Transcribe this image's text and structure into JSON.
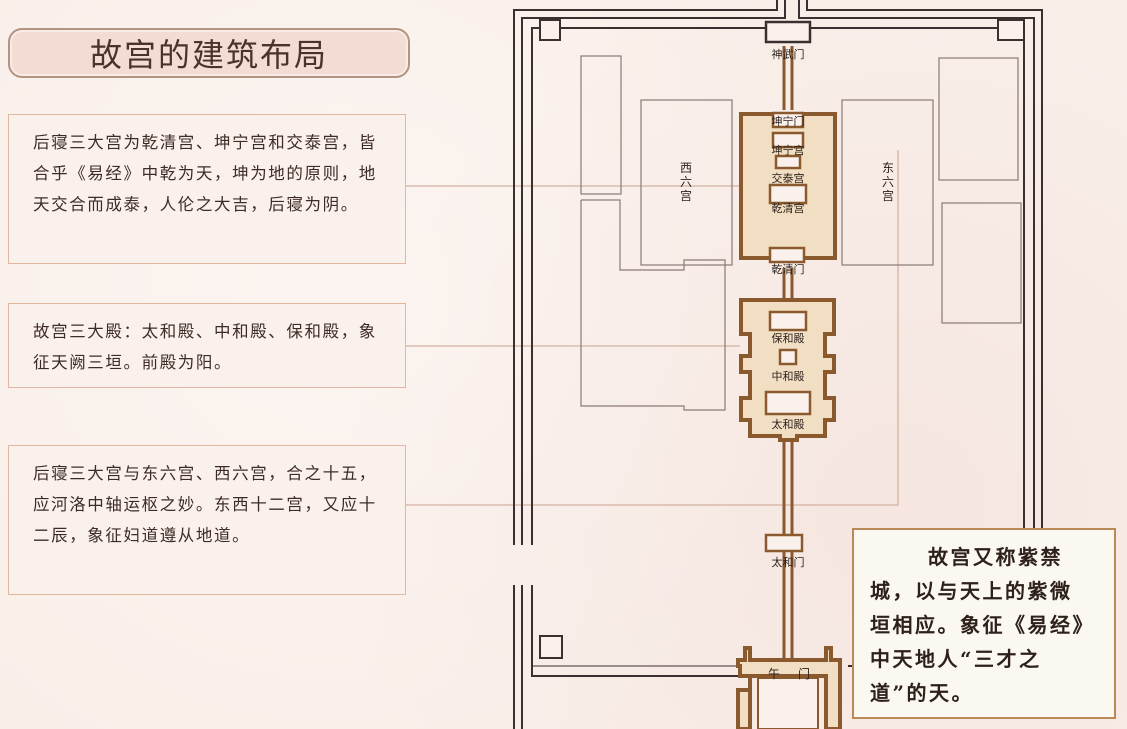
{
  "title": "故宫的建筑布局",
  "notes": [
    "后寝三大宫为乾清宫、坤宁宫和交泰宫，皆合乎《易经》中乾为天，坤为地的原则，地天交合而成泰，人伦之大吉，后寝为阴。",
    "故宫三大殿：太和殿、中和殿、保和殿，象征天阙三垣。前殿为阳。",
    "后寝三大宫与东六宫、西六宫，合之十五，应河洛中轴运枢之妙。东西十二宫，又应十二辰，象征妇道遵从地道。"
  ],
  "callout": {
    "lines": [
      "故宫又称紫禁",
      "城，以与天上的紫微",
      "垣相应。象征《易经》",
      "中天地人“三才之",
      "道”的天。"
    ]
  },
  "map": {
    "gate_north": "神武门",
    "kunning_gate": "坤宁门",
    "kunning_palace": "坤宁宫",
    "jiaotai_palace": "交泰宫",
    "qianqing_palace": "乾清宫",
    "qianqing_gate": "乾清门",
    "baohe_hall": "保和殿",
    "zhonghe_hall": "中和殿",
    "taihe_hall": "太和殿",
    "taihe_gate": "太和门",
    "wu_gate_left": "午",
    "wu_gate_right": "门",
    "west_six_1": "西",
    "west_six_2": "六",
    "west_six_3": "宫",
    "east_six_1": "东",
    "east_six_2": "六",
    "east_six_3": "宫"
  },
  "colors": {
    "axis": "#8a5a2e",
    "axis_fill": "#f2dfc3",
    "wall": "#3a3030",
    "leader": "#c9a28e"
  }
}
